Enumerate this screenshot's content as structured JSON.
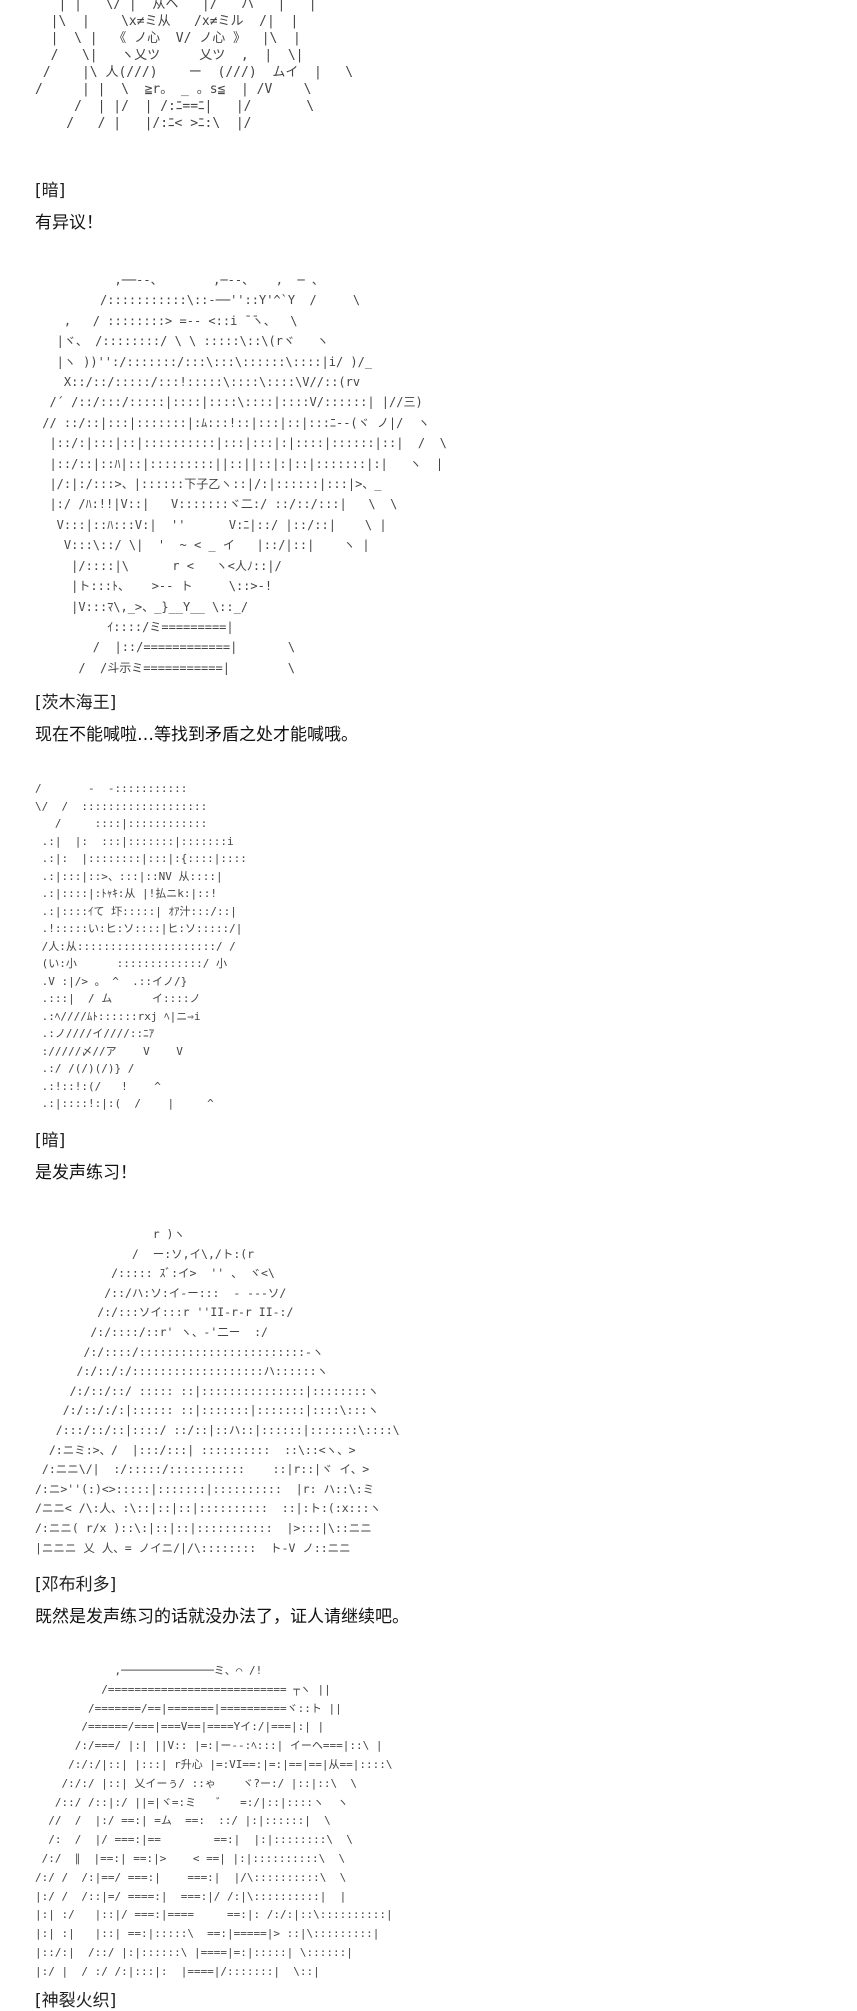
{
  "dialogues": [
    {
      "speaker": "[暗]",
      "line": "有异议！"
    },
    {
      "speaker": "[茨木海王]",
      "line": "现在不能喊啦…等找到矛盾之处才能喊哦。"
    },
    {
      "speaker": "[暗]",
      "line": "是发声练习！"
    },
    {
      "speaker": "[邓布利多]",
      "line": "既然是发声练习的话就没办法了，证人请继续吧。"
    },
    {
      "speaker": "[神裂火织]",
      "line": ""
    }
  ],
  "ascii_art": {
    "a1": "   | |   \\/ |  从ヘ   |/   ハ   |   |\n  |\\  |    \\x≠ミ从   /x≠ミル  /|  |\n  |  \\ |  《 ノ心  V/ ノ心 》  |\\  |\n  /   \\|   ヽ乂ツ     乂ツ  ,  |  \\|\n /    |\\ 人(///)    ー  (///)  ムイ  |   \\\n/     | |  \\  ≧r。 _ 。s≦  | /V    \\\n     /  | |/  | /:ﾆ==ﾆ|   |/       \\\n    /   / |   |/:ﾆ< >ﾆ:\\  |/",
    "a2": "           ,──--、       ,─--、   ,  ─ 、\n         /:::::::::::\\::-──''::Y'^`Y  /     \\\n    ,   / ::::::::> =-- <::i ̄ ̄ヽ、  \\\n   |ヾ、 /::::::::/ \\ \\ :::::\\::\\(rヾ   ヽ\n   |ヽ ))'':/:::::::/:::\\:::\\::::::\\::::|i/ )/_\n    X::/::/:::::/:::!:::::\\::::\\::::\\V//::(rv\n  /´ /::/:::/:::::|::::|::::\\::::|::::V/::::::| |//三)\n // ::/::|:::|:::::::|:ﾑ:::!::|:::|::|:::ﾆ--(ヾ ノ|/  ヽ\n  |::/:|:::|::|::::::::::|:::|:::|:|::::|::::::|::|  /  \\\n  |::/::|::ﾊ|::|:::::::::||::||::|:|::|:::::::|:|   ヽ  |\n  |/:|:/:::>、|::::::下子乙ヽ::|/:|::::::|:::|>、_\n  |:/ /ﾊ:!!|V::|   V:::::::ヾ二:/ ::/::/:::|   \\  \\\n   V:::|::ﾊ:::V:|  ''      V:ﾆ|::/ |::/::|    \\ |\n    V:::\\::/ \\|  '  ~ < _ イ   |::/|::|    ヽ |\n     |/::::|\\      r <   ヽ<人ﾉ::|/\n     |ト:::ﾄ、   >-- ト     \\::>-!\n     |V:::ﾏ\\,_>、_}__Y__ \\::_/\n          ｲ::::/ミ=========|\n        /  |::/============|       \\\n      /  /斗示ミ===========|        \\",
    "a3": "/       -  -:::::::::::\n\\/  /  :::::::::::::::::::\n   /     ::::|::::::::::::\n .:|  |:  :::|:::::::|:::::::i\n .:|:  |::::::::|:::|:{::::|::::| \n .:|:::|::>、:::|::NV 从::::|\n .:|::::|:ﾄｬｷ:从 |!払ニk:|::!\n .:|::::ｲて 圷:::::| ｵｱ汁:::/::|\n .!:::::い:ヒ:ソ::::|ヒ:ソ:::::/|\n /人:从:::::::::::::::::::::/ / |\n (い:小      :::::::::::::/ 小\n .V :|/> 。 ^  .::イノ/}\n .:::|  / ム      イ::::ノ\n .:ﾍ////ﾑﾄ::::::rxj ﾍ|ニ⇒i\n .:ノ////イ////::ﾆｱ\n ://///〆//ア    V    V\n .:/ /(/)(/)} /\n .:!::!:(/   !    ^\n .:|::::!:|:(  /    |     ^",
    "a4": "                 r )ヽ\n              /  ー:ソ,イ\\,/ト:(r\n           /::::: ｽﾞ:イ>  '' 、 ヾ<\\\n          /::/ハ:ソ:イ-ー:::  - ---ソ/\n         /:/:::ソイ:::r ''II-r-r II-:/\n        /:/::::/::r' ヽ、-'二ー  :/\n       /:/::::/::::::::::::::::::::::::-ヽ\n      /:/::/:/:::::::::::::::::::ハ::::::ヽ\n     /:/::/::/ ::::: ::|:::::::::::::::|::::::::ヽ\n    /:/::/:/:|:::::: ::|:::::::|:::::::|::::\\:::ヽ\n   /:::/::/::|::::/ ::/::|::ハ::|::::::|:::::::\\::::\\\n  /:ニミ:>、/  |:::/:::| ::::::::::  ::\\::<ヽ、>\n /:ニニ\\/|  :/:::::/:::::::::::    ::|r::|ヾ イ、>\n/:ニ>''(:)<>:::::|:::::::|::::::::::  |r: ハ::\\:ミ\n/ニニ< /\\:人、:\\::|::|::|::::::::::  ::|:ト:(:x:::ヽ\n/:ニニ( r/x )::\\:|::|::|:::::::::::  |>:::|\\::ニニ\n|ニニニ 乂 人、= ノイニ/|/\\::::::::  ト-V ノ::ニニ",
    "a5": "            ,──────────────ミ、⌒ /!\n          /=========================== ┬ヽ ||\n        /=======/==|=======|==========ヾ::ト ||\n       /======/===|===V==|====Yイ:/|===|:| |\n      /:/===/ |:| ||V:: |=:|ー--:ﾍ:::| イーヘ===|::\\ |\n     /:/:/|::| |:::| r升心 |=:VI==:|=:|==|==|从==|::::\\\n    /:/:/ |::| 乂イーぅ/ ::ゃ    ヾ?ー:/ |::|::\\  \\\n   /::/ /::|:/ ||=|ヾ=:ミ   ゛  =:/|::|::::ヽ  ヽ\n  //  /  |:/ ==:| =ム  ==:  ::/ |:|::::::|  \\\n  /:  /  |/ ===:|==        ==:|  |:|::::::::\\  \\\n /:/  ∥  |==:| ==:|>    < ==| |:|::::::::::\\  \\\n/:/ /  /:|==/ ===:|    ===:|  |/\\::::::::::\\  \\\n|:/ /  /::|=/ ====:|  ===:|/ /:|\\::::::::::|  |\n|:| :/   |::|/ ===:|====     ==:|: /:/:|::\\::::::::::|\n|:| :|   |::| ==:|:::::\\  ==:|=====|> ::|\\:::::::::|\n|::/:|  /::/ |:|::::::\\ |====|=:|:::::| \\::::::|\n|:/ |  / :/ /:|:::|:  |====|/:::::::|  \\::|"
  },
  "colors": {
    "text": "#111111",
    "art": "#444444",
    "background": "#ffffff"
  }
}
